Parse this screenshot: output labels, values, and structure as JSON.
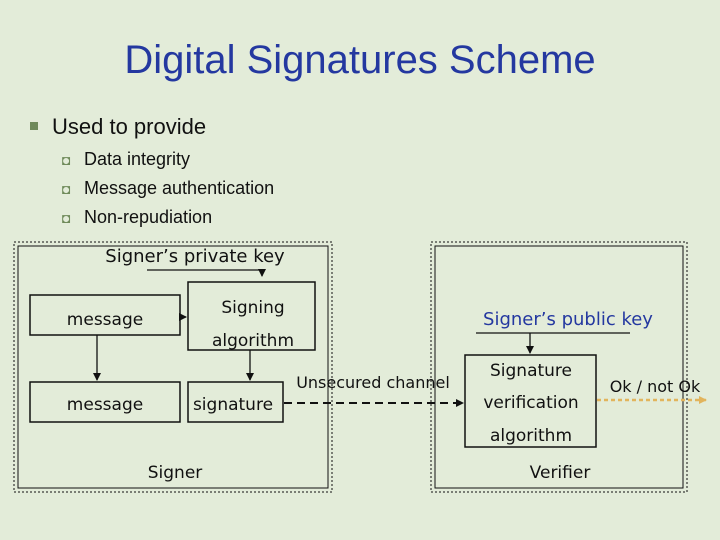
{
  "title": "Digital Signatures Scheme",
  "bullet": "Used to provide",
  "subbullets": [
    "Data integrity",
    "Message authentication",
    "Non-repudiation"
  ],
  "diagram": {
    "private_key": "Signer’s private key",
    "message1": "message",
    "signing_line1": "Signing",
    "signing_line2": "algorithm",
    "message2": "message",
    "signature": "signature",
    "unsecured_channel": "Unsecured channel",
    "public_key": "Signer’s public key",
    "verify_line1": "Signature",
    "verify_line2": "verification",
    "verify_line3": "algorithm",
    "result": "Ok / not Ok",
    "signer": "Signer",
    "verifier": "Verifier"
  },
  "colors": {
    "title": "#2438a0",
    "background": "#e3ecd9",
    "result_arrow": "#e2b45c",
    "bullet_marker": "#6f8a5a"
  }
}
